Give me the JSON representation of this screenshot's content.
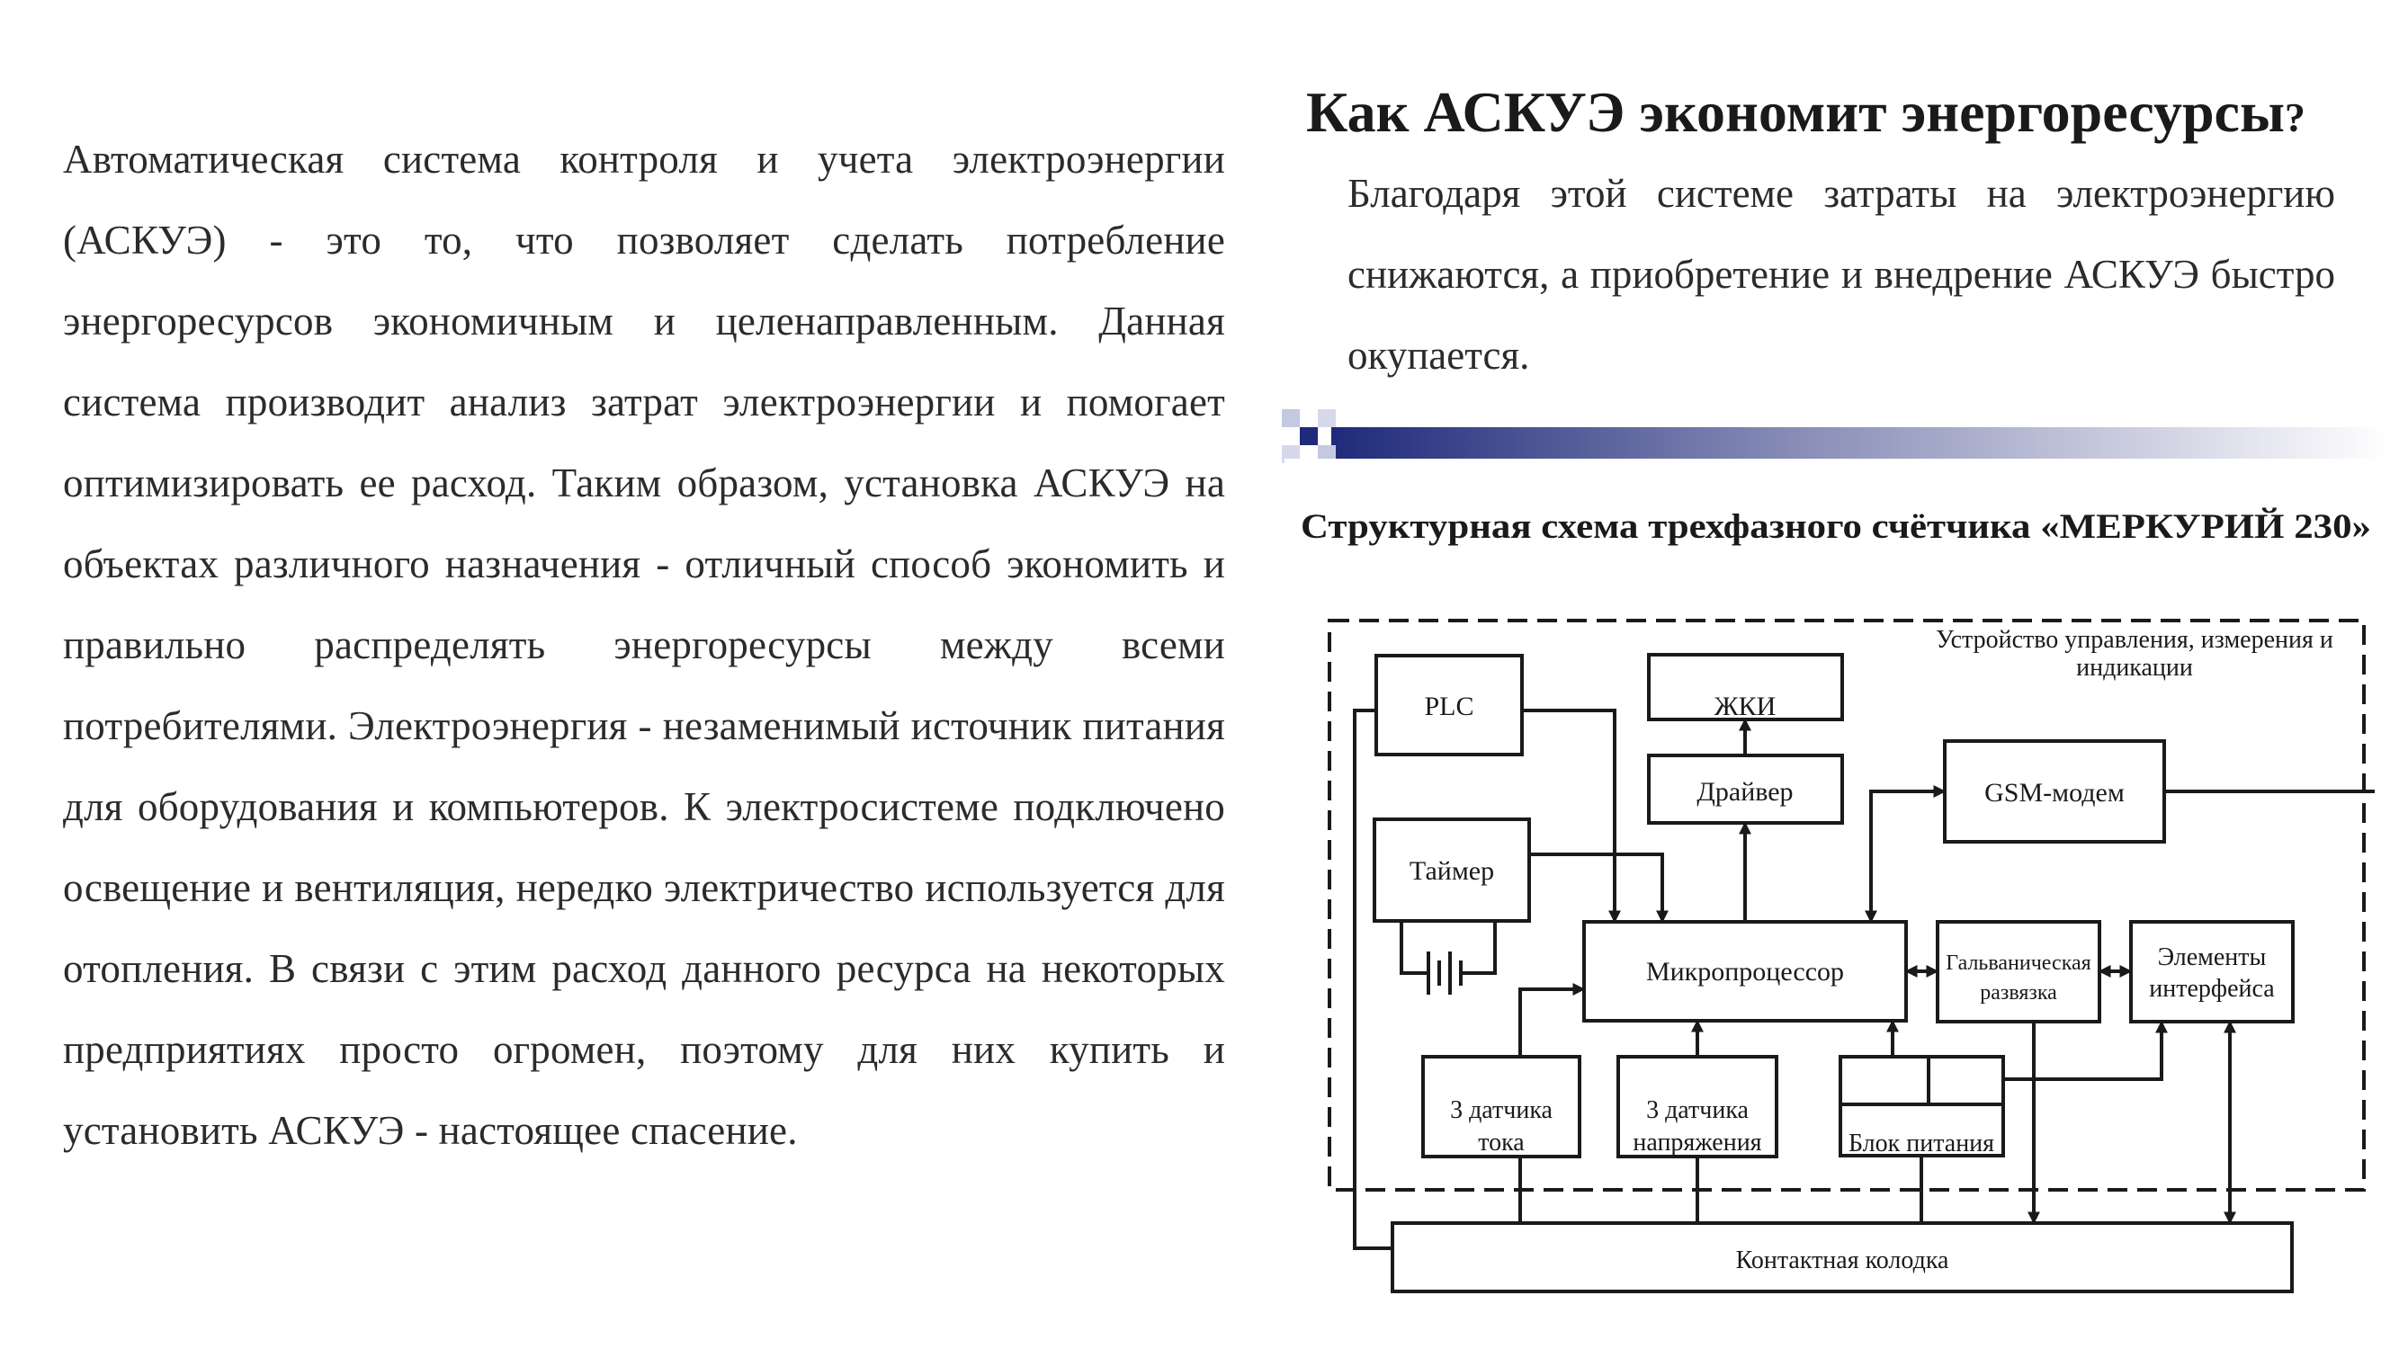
{
  "left_paragraph": "Автоматическая система контроля и учета электроэнергии (АСКУЭ) - это то, что позволяет сделать потребление энергоресурсов экономичным и целенаправленным. Данная система производит анализ затрат электроэнергии и помогает оптимизировать ее расход. Таким образом, установка АСКУЭ на объектах различного назначения - отличный способ экономить и правильно распределять энергоресурсы между всеми потребителями. Электроэнергия - незаменимый источник питания для оборудования и компьютеров. К электросистеме подключено освещение и вентиляция, нередко электричество используется для отопления. В связи с этим расход данного ресурса на некоторых предприятиях просто огромен, поэтому для них купить и установить АСКУЭ - настоящее спасение.",
  "heading": {
    "text": "Как АСКУЭ экономит энергоресурсы",
    "qmark": "?"
  },
  "right_paragraph": "Благодаря этой системе затраты на электроэнергию снижаются, а приобретение и внедрение АСКУЭ быстро окупается.",
  "colors": {
    "accent": "#1f2a7a",
    "text": "#2b2b2b"
  },
  "diagram": {
    "title": "Структурная схема трехфазного счётчика «МЕРКУРИЙ 230»",
    "unit_label_line1": "Устройство управления, измерения и",
    "unit_label_line2": "индикации",
    "blocks": {
      "plc": "PLC",
      "lcd": "ЖКИ",
      "driver": "Драйвер",
      "gsm": "GSM-модем",
      "timer": "Таймер",
      "cpu": "Микропроцессор",
      "galvanic_line1": "Гальваническая",
      "galvanic_line2": "развязка",
      "interface_line1": "Элементы",
      "interface_line2": "интерфейса",
      "current_line1": "3 датчика",
      "current_line2": "тока",
      "voltage_line1": "3 датчика",
      "voltage_line2": "напряжения",
      "power": "Блок питания",
      "terminal": "Контактная колодка"
    }
  }
}
